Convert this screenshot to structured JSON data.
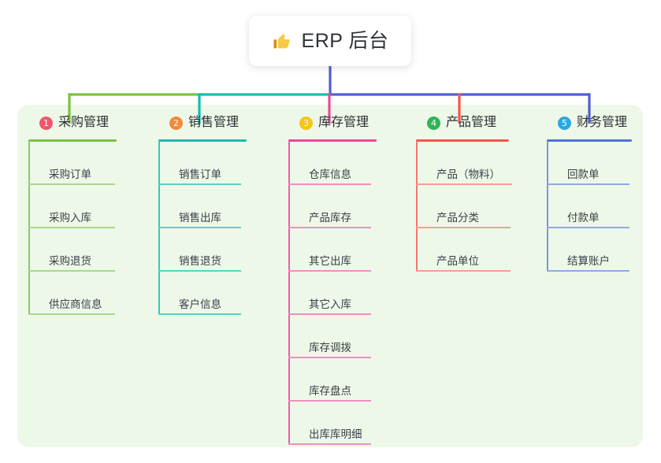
{
  "root": {
    "title": "ERP 后台",
    "icon": "thumbs-up-icon",
    "icon_color": "#F0B429"
  },
  "palette": {
    "panel_bg": "#eef8e8",
    "page_bg": "#ffffff",
    "trunk": "#4f5fd0",
    "connector_green": "#7ac143",
    "connector_teal": "#10bfae",
    "connector_pink": "#ec4899",
    "connector_blue": "#4f5fd0",
    "connector_red": "#f4564f"
  },
  "columns": [
    {
      "number": "1",
      "label": "采购管理",
      "badge_color": "#f2556b",
      "line_color": "#7ac143",
      "item_line_color": "#a8d88a",
      "spine_color": "#8cc96a",
      "items": [
        {
          "label": "采购订单"
        },
        {
          "label": "采购入库"
        },
        {
          "label": "采购退货"
        },
        {
          "label": "供应商信息"
        }
      ]
    },
    {
      "number": "2",
      "label": "销售管理",
      "badge_color": "#f08a3c",
      "line_color": "#10bfae",
      "item_line_color": "#5fd0c4",
      "spine_color": "#39c6ba",
      "items": [
        {
          "label": "销售订单"
        },
        {
          "label": "销售出库"
        },
        {
          "label": "销售退货"
        },
        {
          "label": "客户信息"
        }
      ]
    },
    {
      "number": "3",
      "label": "库存管理",
      "badge_color": "#f5c518",
      "line_color": "#ec4899",
      "item_line_color": "#f08ec0",
      "spine_color": "#ea5fa6",
      "items": [
        {
          "label": "仓库信息"
        },
        {
          "label": "产品库存"
        },
        {
          "label": "其它出库"
        },
        {
          "label": "其它入库"
        },
        {
          "label": "库存调拨"
        },
        {
          "label": "库存盘点"
        },
        {
          "label": "出库库明细"
        }
      ]
    },
    {
      "number": "4",
      "label": "产品管理",
      "badge_color": "#2fb457",
      "line_color": "#f4564f",
      "item_line_color": "#f59d96",
      "spine_color": "#f4766e",
      "items": [
        {
          "label": "产品（物料）"
        },
        {
          "label": "产品分类"
        },
        {
          "label": "产品单位"
        }
      ]
    },
    {
      "number": "5",
      "label": "财务管理",
      "badge_color": "#2aa9e0",
      "line_color": "#4f74d0",
      "item_line_color": "#90a9e2",
      "spine_color": "#7a96dd",
      "items": [
        {
          "label": "回款单"
        },
        {
          "label": "付款单"
        },
        {
          "label": "结算账户"
        }
      ]
    }
  ]
}
